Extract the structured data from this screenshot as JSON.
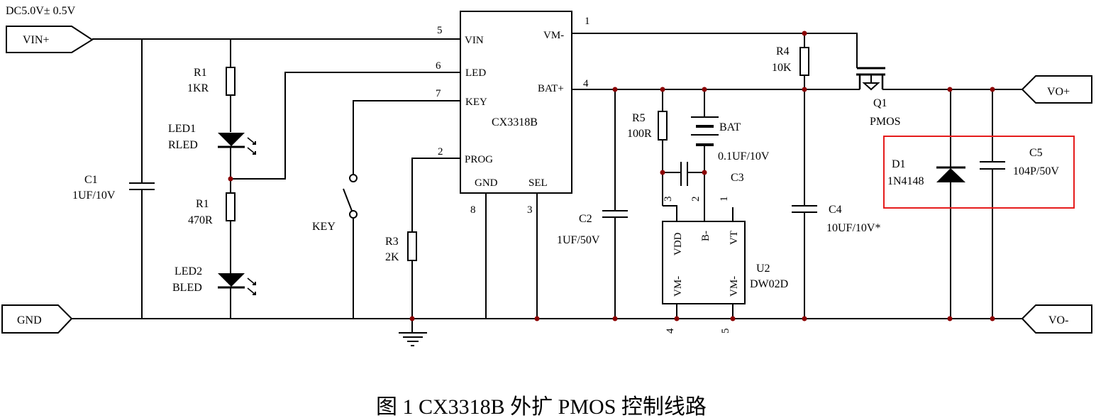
{
  "title_supply": "DC5.0V± 0.5V",
  "caption": "图 1 CX3318B 外扩 PMOS 控制线路",
  "ports": {
    "vin_plus": "VIN+",
    "gnd": "GND",
    "vo_plus": "VO+",
    "vo_minus": "VO-"
  },
  "components": {
    "r1_top": {
      "ref": "R1",
      "value": "1KR"
    },
    "led1": {
      "ref": "LED1",
      "value": "RLED"
    },
    "r1_bottom": {
      "ref": "R1",
      "value": "470R"
    },
    "led2": {
      "ref": "LED2",
      "value": "BLED"
    },
    "c1": {
      "ref": "C1",
      "value": "1UF/10V"
    },
    "key": {
      "ref": "KEY"
    },
    "r3": {
      "ref": "R3",
      "value": "2K"
    },
    "c2": {
      "ref": "C2",
      "value": "1UF/50V"
    },
    "r5": {
      "ref": "R5",
      "value": "100R"
    },
    "bat": {
      "ref": "BAT"
    },
    "c3": {
      "ref": "C3",
      "value": "0.1UF/10V"
    },
    "r4": {
      "ref": "R4",
      "value": "10K"
    },
    "c4": {
      "ref": "C4",
      "value": "10UF/10V*"
    },
    "q1": {
      "ref": "Q1",
      "value": "PMOS"
    },
    "d1": {
      "ref": "D1",
      "value": "1N4148"
    },
    "c5": {
      "ref": "C5",
      "value": "104P/50V"
    }
  },
  "u1": {
    "name": "CX3318B",
    "pins": {
      "vin": {
        "label": "VIN",
        "num": "5"
      },
      "led": {
        "label": "LED",
        "num": "6"
      },
      "key": {
        "label": "KEY",
        "num": "7"
      },
      "prog": {
        "label": "PROG",
        "num": "2"
      },
      "gnd": {
        "label": "GND",
        "num": "8"
      },
      "sel": {
        "label": "SEL",
        "num": "3"
      },
      "vm": {
        "label": "VM-",
        "num": "1"
      },
      "bat": {
        "label": "BAT+",
        "num": "4"
      }
    }
  },
  "u2": {
    "ref": "U2",
    "name": "DW02D",
    "pins": {
      "vdd": {
        "label": "VDD",
        "num": "3"
      },
      "bminus": {
        "label": "B-",
        "num": "2"
      },
      "vt": {
        "label": "VT",
        "num": "1"
      },
      "vm_left": {
        "label": "VM-",
        "num": "4"
      },
      "vm_right": {
        "label": "VM-",
        "num": "5"
      }
    }
  },
  "highlight_color": "#e51c1c",
  "node_color": "#8b0000"
}
